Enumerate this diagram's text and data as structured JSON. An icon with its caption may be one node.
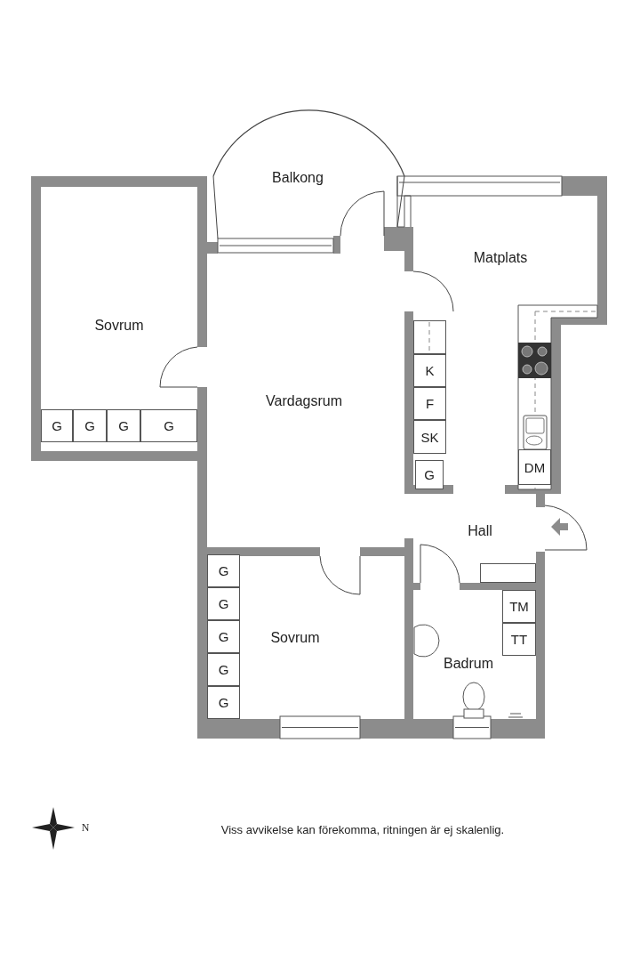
{
  "diagram": {
    "nodes": [
      {
        "text": [
          "G"
        ]
      },
      {
        "text": [
          "G"
        ]
      },
      {
        "text": [
          "G"
        ]
      },
      {
        "text": [
          "G"
        ]
      },
      {
        "text": [],
        "shape": "box"
      },
      {
        "text": [
          "K"
        ]
      },
      {
        "text": [
          "F"
        ]
      },
      {
        "text": [
          "SK"
        ]
      },
      {
        "text": [
          "G"
        ]
      },
      {
        "text": [
          "DM"
        ]
      },
      {
        "text": [],
        "shape": "box"
      },
      {
        "text": [
          "TM"
        ]
      },
      {
        "text": [
          "TT"
        ]
      },
      {
        "text": [
          "G"
        ]
      },
      {
        "text": [
          "G"
        ]
      },
      {
        "text": [
          "G"
        ]
      },
      {
        "text": [
          "G"
        ]
      },
      {
        "text": [
          "G"
        ]
      }
    ],
    "labels": [
      "Balkong",
      "Matplats",
      "Sovrum",
      "Vardagsrum",
      "Hall",
      "Sovrum",
      "Badrum",
      "N",
      "Viss avvikelse kan förekomma, ritningen är ej skalenlig."
    ]
  }
}
